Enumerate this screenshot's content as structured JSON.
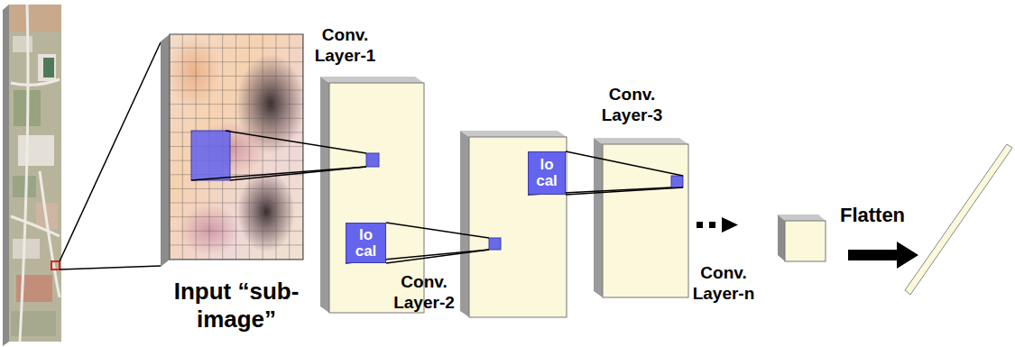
{
  "diagram": {
    "nodes": [
      {
        "text": [
          "Input “sub-image”"
        ]
      },
      {
        "text": [
          "Conv. Layer-1"
        ]
      },
      {
        "text": [
          "lo cal"
        ],
        "in": 1
      },
      {
        "text": [
          "Conv. Layer-2"
        ]
      },
      {
        "text": [
          "lo cal"
        ],
        "in": 3
      },
      {
        "text": [
          "Conv. Layer-3"
        ]
      }
    ],
    "labels": [
      "Conv. Layer-n",
      "Flatten"
    ]
  }
}
